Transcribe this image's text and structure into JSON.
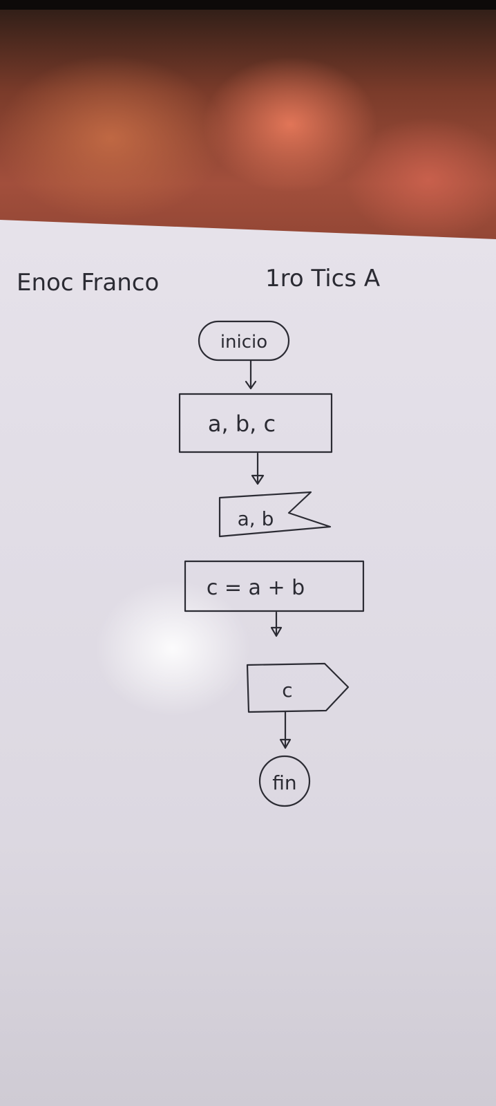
{
  "header": {
    "student_name": "Enoc Franco",
    "group": "1ro Tics A"
  },
  "flowchart": {
    "start": "inicio",
    "declare": "a, b, c",
    "input": "a, b",
    "process": "c = a + b",
    "output": "c",
    "end": "fin"
  }
}
